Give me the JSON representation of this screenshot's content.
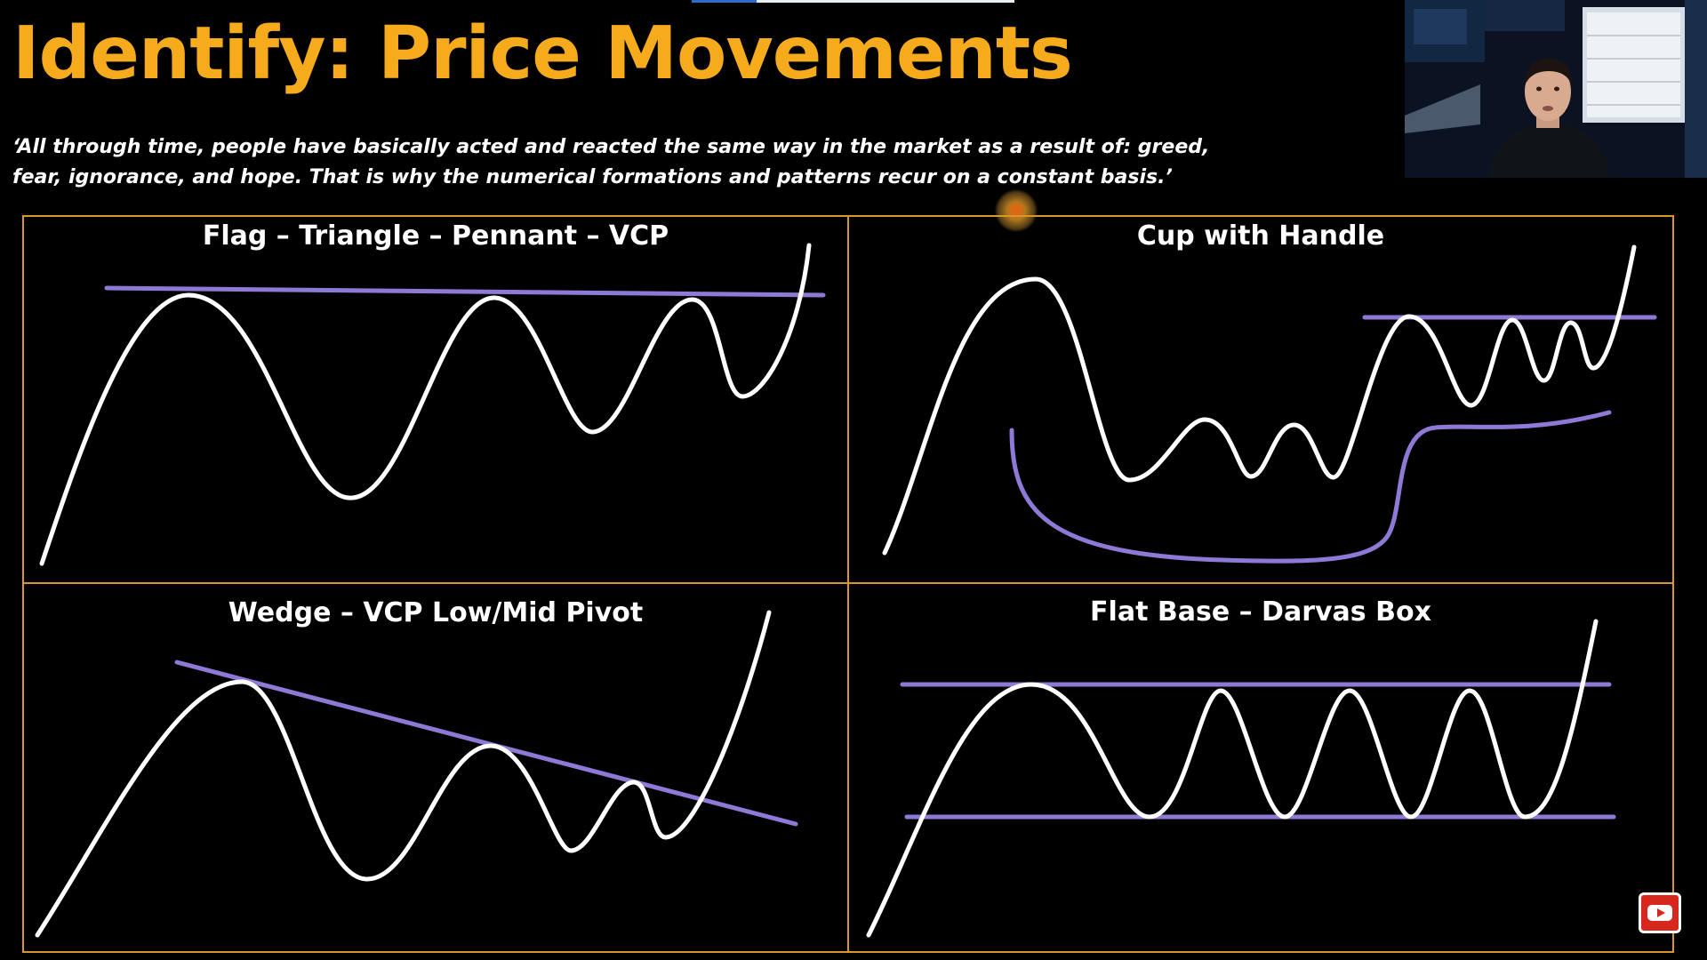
{
  "slide": {
    "title": "Identify: Price Movements",
    "quote_line_1": "‘All through time, people have basically acted and reacted the same way in the market as a result of: greed,",
    "quote_line_2": "fear, ignorance, and hope. That is why the numerical formations and patterns recur on a constant basis.’"
  },
  "panels": {
    "top_left": {
      "title": "Flag – Triangle – Pennant – VCP"
    },
    "top_right": {
      "title": "Cup with Handle"
    },
    "bottom_left": {
      "title": "Wedge – VCP Low/Mid Pivot"
    },
    "bottom_right": {
      "title": "Flat Base – Darvas Box"
    }
  },
  "player": {
    "progress_fraction": 0.2
  },
  "colors": {
    "title": "#f6ab1c",
    "frame": "#d9962a",
    "trendline": "#8f79d6",
    "price_curve": "#ffffff",
    "background": "#000000"
  },
  "icons": {
    "cursor": "cursor-highlight-icon",
    "channel_badge": "youtube-icon"
  }
}
